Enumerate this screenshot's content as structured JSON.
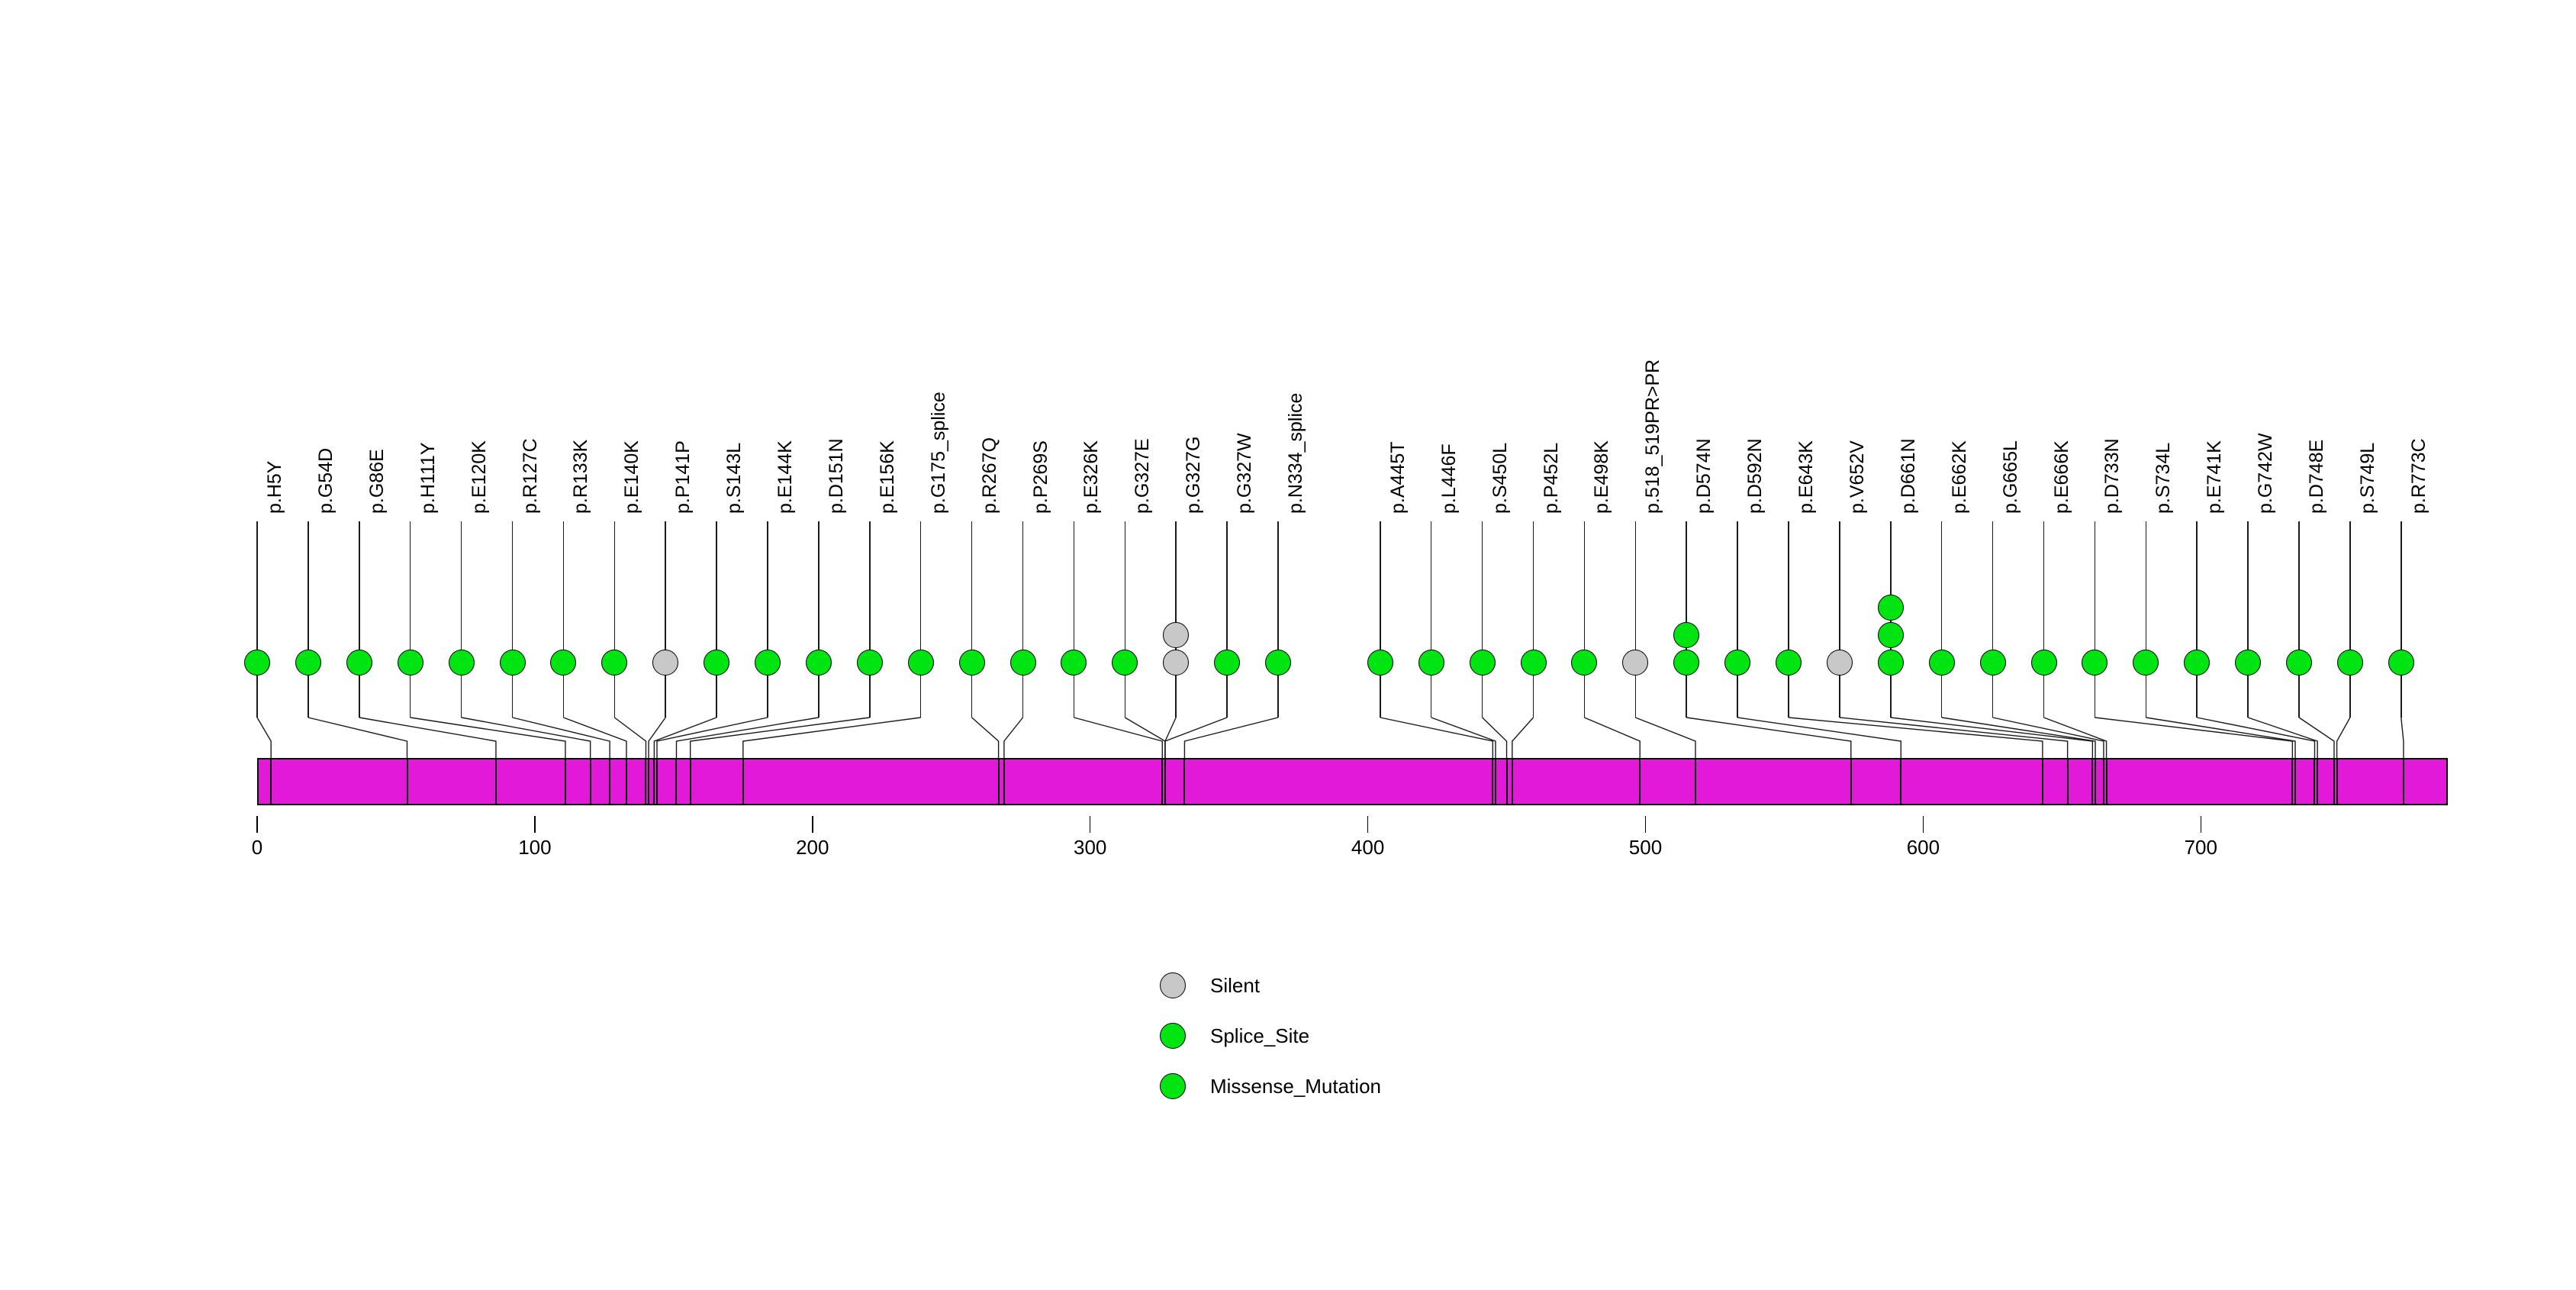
{
  "chart_data": {
    "type": "lollipop",
    "title": "",
    "xlabel": "",
    "ylabel": "",
    "xlim": [
      0,
      789
    ],
    "protein_length": 789,
    "axis_ticks": [
      0,
      100,
      200,
      300,
      400,
      500,
      600,
      700
    ],
    "axis_tick_labels": [
      "0",
      "100",
      "200",
      "300",
      "400",
      "500",
      "600",
      "700"
    ],
    "grid": false,
    "legend_position": "bottom-center",
    "colors": {
      "protein_bar": "#e219d8",
      "silent": "#c8c8c8",
      "splice_site": "#00e512",
      "missense_mutation": "#00e512",
      "stem": "#1a1a1a",
      "outline": "#000000",
      "background": "#ffffff"
    },
    "legend": [
      {
        "label": "Silent",
        "color": "#c8c8c8"
      },
      {
        "label": "Splice_Site",
        "color": "#00e512"
      },
      {
        "label": "Missense_Mutation",
        "color": "#00e512"
      }
    ],
    "mutations": [
      {
        "label": "p.H5Y",
        "position": 5,
        "count": 1,
        "type": "Missense_Mutation",
        "color": "#00e512"
      },
      {
        "label": "p.G54D",
        "position": 54,
        "count": 1,
        "type": "Missense_Mutation",
        "color": "#00e512"
      },
      {
        "label": "p.G86E",
        "position": 86,
        "count": 1,
        "type": "Missense_Mutation",
        "color": "#00e512"
      },
      {
        "label": "p.H111Y",
        "position": 111,
        "count": 1,
        "type": "Missense_Mutation",
        "color": "#00e512"
      },
      {
        "label": "p.E120K",
        "position": 120,
        "count": 1,
        "type": "Missense_Mutation",
        "color": "#00e512"
      },
      {
        "label": "p.R127C",
        "position": 127,
        "count": 1,
        "type": "Missense_Mutation",
        "color": "#00e512"
      },
      {
        "label": "p.R133K",
        "position": 133,
        "count": 1,
        "type": "Missense_Mutation",
        "color": "#00e512"
      },
      {
        "label": "p.E140K",
        "position": 140,
        "count": 1,
        "type": "Missense_Mutation",
        "color": "#00e512"
      },
      {
        "label": "p.P141P",
        "position": 141,
        "count": 1,
        "type": "Silent",
        "color": "#c8c8c8"
      },
      {
        "label": "p.S143L",
        "position": 143,
        "count": 1,
        "type": "Missense_Mutation",
        "color": "#00e512"
      },
      {
        "label": "p.E144K",
        "position": 144,
        "count": 1,
        "type": "Missense_Mutation",
        "color": "#00e512"
      },
      {
        "label": "p.D151N",
        "position": 151,
        "count": 1,
        "type": "Missense_Mutation",
        "color": "#00e512"
      },
      {
        "label": "p.E156K",
        "position": 156,
        "count": 1,
        "type": "Missense_Mutation",
        "color": "#00e512"
      },
      {
        "label": "p.G175_splice",
        "position": 175,
        "count": 1,
        "type": "Splice_Site",
        "color": "#00e512"
      },
      {
        "label": "p.R267Q",
        "position": 267,
        "count": 1,
        "type": "Missense_Mutation",
        "color": "#00e512"
      },
      {
        "label": "p.P269S",
        "position": 269,
        "count": 1,
        "type": "Missense_Mutation",
        "color": "#00e512"
      },
      {
        "label": "p.E326K",
        "position": 326,
        "count": 1,
        "type": "Missense_Mutation",
        "color": "#00e512"
      },
      {
        "label": "p.G327E",
        "position": 327,
        "count": 1,
        "type": "Missense_Mutation",
        "color": "#00e512"
      },
      {
        "label": "p.G327G",
        "position": 327,
        "count": 2,
        "type": "Silent",
        "color": "#c8c8c8"
      },
      {
        "label": "p.G327W",
        "position": 327,
        "count": 1,
        "type": "Missense_Mutation",
        "color": "#00e512"
      },
      {
        "label": "p.N334_splice",
        "position": 334,
        "count": 1,
        "type": "Splice_Site",
        "color": "#00e512"
      },
      {
        "label": "p.A445T",
        "position": 445,
        "count": 1,
        "type": "Missense_Mutation",
        "color": "#00e512"
      },
      {
        "label": "p.L446F",
        "position": 446,
        "count": 1,
        "type": "Missense_Mutation",
        "color": "#00e512"
      },
      {
        "label": "p.S450L",
        "position": 450,
        "count": 1,
        "type": "Missense_Mutation",
        "color": "#00e512"
      },
      {
        "label": "p.P452L",
        "position": 452,
        "count": 1,
        "type": "Missense_Mutation",
        "color": "#00e512"
      },
      {
        "label": "p.E498K",
        "position": 498,
        "count": 1,
        "type": "Missense_Mutation",
        "color": "#00e512"
      },
      {
        "label": "p.518_519PR>PR",
        "position": 518,
        "count": 1,
        "type": "Silent",
        "color": "#c8c8c8"
      },
      {
        "label": "p.D574N",
        "position": 574,
        "count": 2,
        "type": "Missense_Mutation",
        "color": "#00e512"
      },
      {
        "label": "p.D592N",
        "position": 592,
        "count": 1,
        "type": "Missense_Mutation",
        "color": "#00e512"
      },
      {
        "label": "p.E643K",
        "position": 643,
        "count": 1,
        "type": "Missense_Mutation",
        "color": "#00e512"
      },
      {
        "label": "p.V652V",
        "position": 652,
        "count": 1,
        "type": "Silent",
        "color": "#c8c8c8"
      },
      {
        "label": "p.D661N",
        "position": 661,
        "count": 3,
        "type": "Missense_Mutation",
        "color": "#00e512"
      },
      {
        "label": "p.E662K",
        "position": 662,
        "count": 1,
        "type": "Missense_Mutation",
        "color": "#00e512"
      },
      {
        "label": "p.G665L",
        "position": 665,
        "count": 1,
        "type": "Missense_Mutation",
        "color": "#00e512"
      },
      {
        "label": "p.E666K",
        "position": 666,
        "count": 1,
        "type": "Missense_Mutation",
        "color": "#00e512"
      },
      {
        "label": "p.D733N",
        "position": 733,
        "count": 1,
        "type": "Missense_Mutation",
        "color": "#00e512"
      },
      {
        "label": "p.S734L",
        "position": 734,
        "count": 1,
        "type": "Missense_Mutation",
        "color": "#00e512"
      },
      {
        "label": "p.E741K",
        "position": 741,
        "count": 1,
        "type": "Missense_Mutation",
        "color": "#00e512"
      },
      {
        "label": "p.G742W",
        "position": 742,
        "count": 1,
        "type": "Missense_Mutation",
        "color": "#00e512"
      },
      {
        "label": "p.D748E",
        "position": 748,
        "count": 1,
        "type": "Missense_Mutation",
        "color": "#00e512"
      },
      {
        "label": "p.S749L",
        "position": 749,
        "count": 1,
        "type": "Missense_Mutation",
        "color": "#00e512"
      },
      {
        "label": "p.R773C",
        "position": 773,
        "count": 1,
        "type": "Missense_Mutation",
        "color": "#00e512"
      }
    ]
  }
}
